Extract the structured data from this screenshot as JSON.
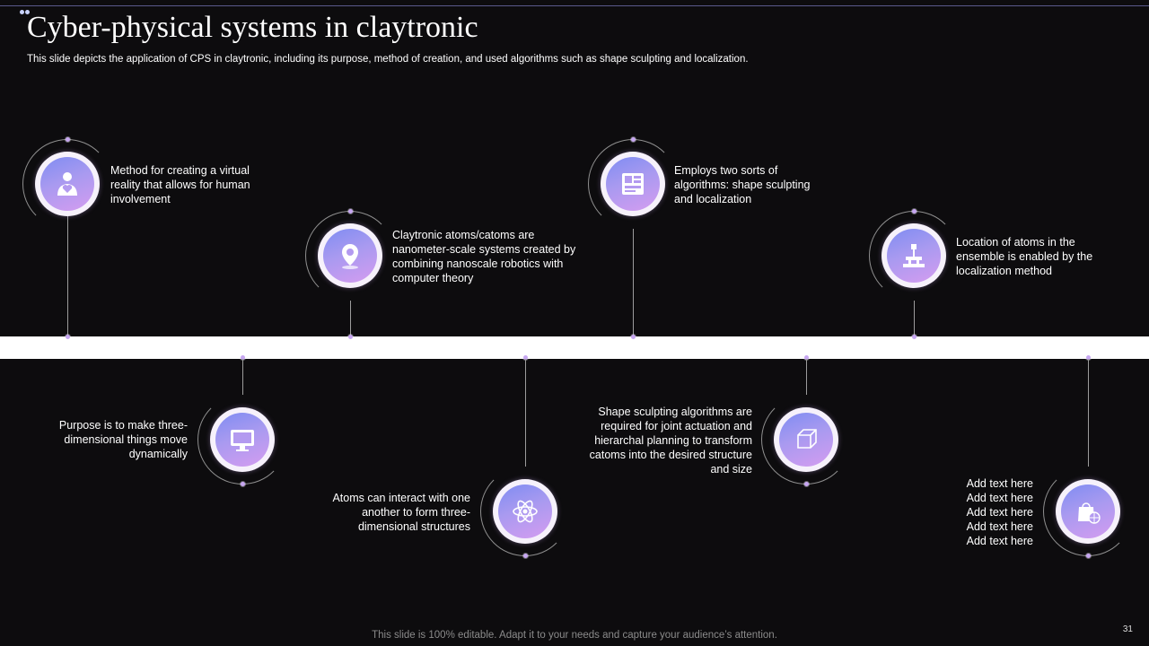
{
  "slide": {
    "title": "Cyber-physical systems in claytronic",
    "subtitle": "This slide depicts the application of CPS in claytronic, including its purpose, method of creation, and used algorithms such as shape sculpting and localization.",
    "footer": "This slide is 100% editable. Adapt it to your needs and capture your audience’s attention.",
    "page_number": "31"
  },
  "timeline": {
    "items": [
      {
        "text": "Method for creating a virtual reality that allows for human involvement",
        "icon": "human-heart-icon"
      },
      {
        "text": "Purpose is to make three-dimensional things move dynamically",
        "icon": "monitor-icon"
      },
      {
        "text": "Claytronic atoms/catoms are nanometer-scale systems created by combining nanoscale robotics with computer theory",
        "icon": "location-pin-icon"
      },
      {
        "text": "Atoms can interact with one another to form three-dimensional structures",
        "icon": "atom-icon"
      },
      {
        "text": "Employs two sorts of algorithms: shape sculpting and localization",
        "icon": "layout-panels-icon"
      },
      {
        "text": "Shape sculpting algorithms are required for joint actuation and hierarchal planning to transform catoms into the desired structure and size",
        "icon": "cube-icon"
      },
      {
        "text": "Location of atoms in the ensemble is enabled by the localization method",
        "icon": "robot-arm-icon"
      },
      {
        "text": "Add text here Add text here Add text here Add text here Add text here",
        "icon": "shopping-globe-icon"
      }
    ],
    "last_item_lines": [
      "Add text here",
      "Add text here",
      "Add text here",
      "Add text here",
      "Add text here"
    ]
  }
}
